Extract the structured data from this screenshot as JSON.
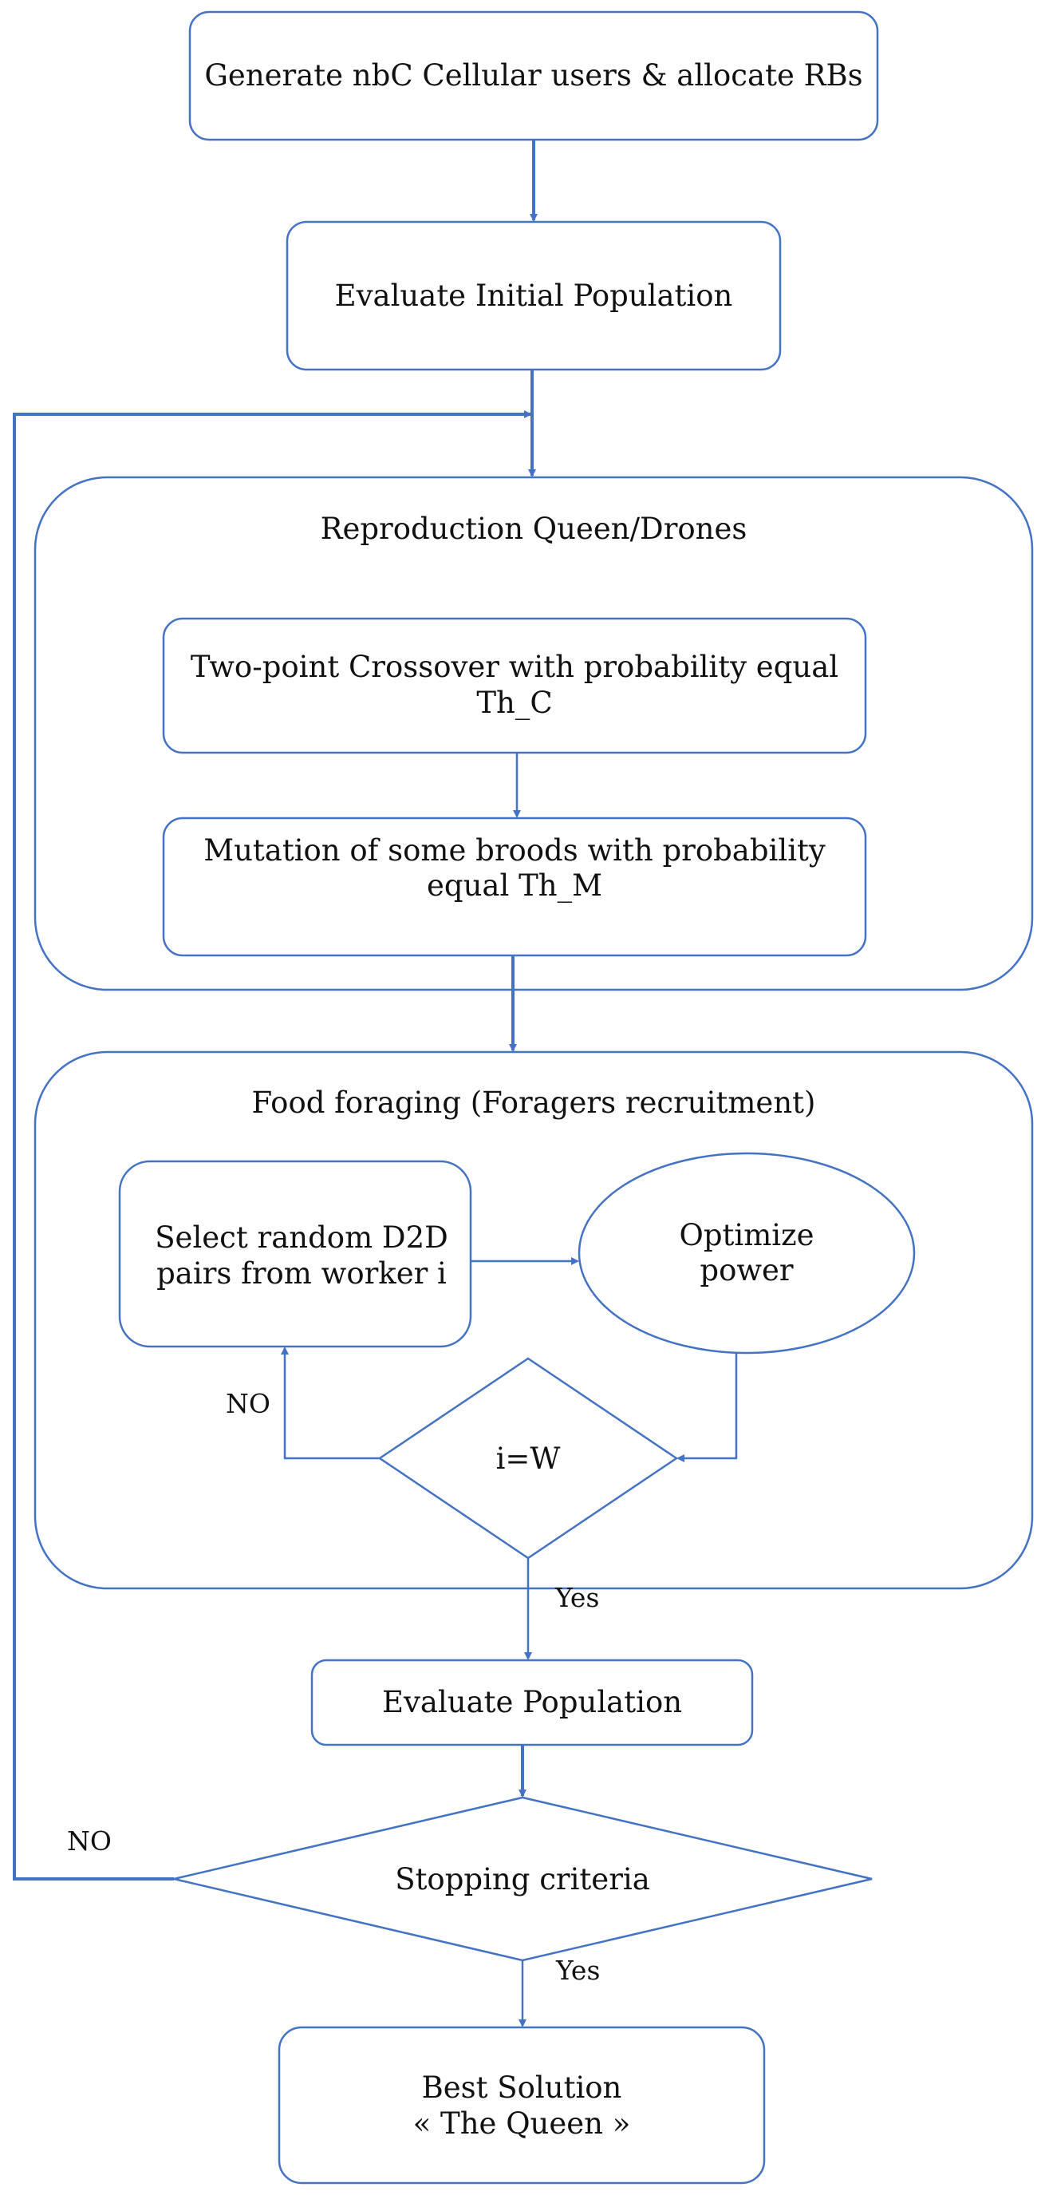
{
  "nodes": {
    "generate": "Generate nbC Cellular users & allocate RBs",
    "evaluate_initial": "Evaluate Initial Population",
    "reproduction": "Reproduction Queen/Drones",
    "crossover_line1": "Two-point Crossover with probability equal",
    "crossover_line2": "Th_C",
    "mutation_line1": "Mutation of some broods with probability",
    "mutation_line2": "equal Th_M",
    "foraging": "Food foraging (Foragers recruitment)",
    "select_line1": "Select random D2D",
    "select_line2": "pairs from worker i",
    "optimize_line1": "Optimize",
    "optimize_line2": "power",
    "decision_iw": "i=W",
    "evaluate_population": "Evaluate Population",
    "stopping": "Stopping criteria",
    "best_line1": "Best Solution",
    "best_line2": "« The Queen »"
  },
  "labels": {
    "no_inner": "NO",
    "yes_inner": "Yes",
    "no_outer": "NO",
    "yes_outer": "Yes"
  },
  "colors": {
    "stroke": "#4472c4",
    "text": "#111111",
    "background": "#ffffff"
  }
}
